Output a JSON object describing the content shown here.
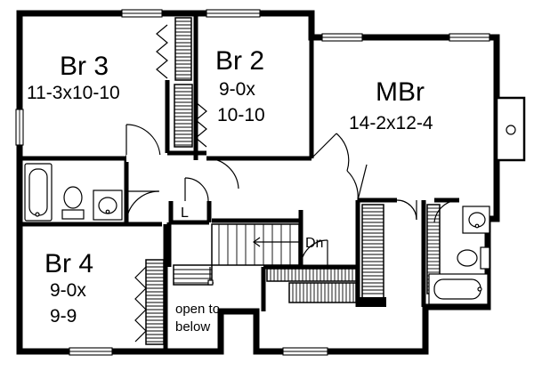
{
  "rooms": {
    "br3": {
      "name": "Br 3",
      "dims": "11-3x10-10"
    },
    "br2": {
      "name": "Br 2",
      "dims_line1": "9-0x",
      "dims_line2": "10-10"
    },
    "mbr": {
      "name": "MBr",
      "dims": "14-2x12-4"
    },
    "br4": {
      "name": "Br 4",
      "dims_line1": "9-0x",
      "dims_line2": "9-9"
    }
  },
  "labels": {
    "linen": "L",
    "stair_down": "Dn",
    "open_line1": "open to",
    "open_line2": "below"
  }
}
